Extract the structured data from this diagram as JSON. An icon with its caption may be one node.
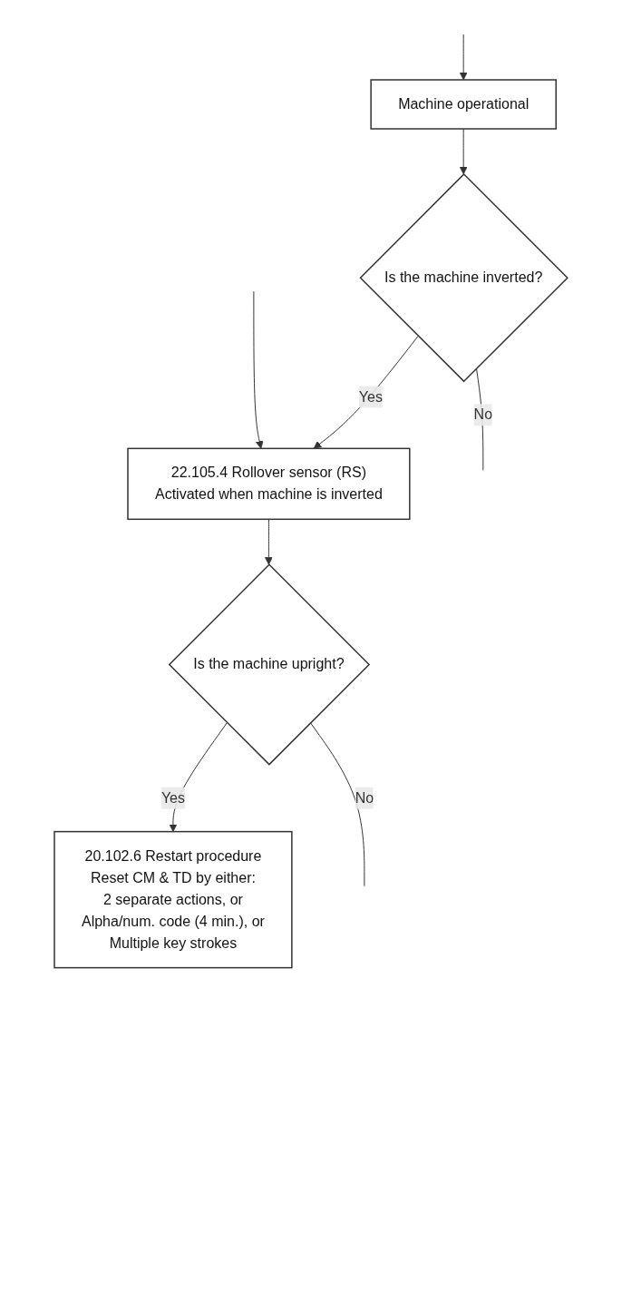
{
  "diagram": {
    "nodes": [
      {
        "text": [
          "Machine operational"
        ]
      },
      {
        "text": [
          "Is the machine inverted?"
        ]
      },
      {
        "text": [
          "22.105.4 Rollover sensor (RS)",
          "Activated when machine is inverted"
        ]
      },
      {
        "text": [
          "Is the machine upright?"
        ]
      },
      {
        "text": [
          "20.102.6 Restart procedure",
          "Reset CM & TD by either:",
          "2 separate actions, or",
          "Alpha/num. code (4 min.), or",
          "Multiple key strokes"
        ]
      }
    ],
    "edges": [
      {
        "from": 0,
        "to": 1,
        "arrow": "to"
      },
      {
        "from": 1,
        "to": 2,
        "arrow": "to",
        "label": "Yes"
      },
      {
        "from": 1,
        "to": null,
        "arrow": "none",
        "label": "No"
      },
      {
        "from": null,
        "to": 0,
        "arrow": "to"
      },
      {
        "from": null,
        "to": 2,
        "arrow": "to"
      },
      {
        "from": 2,
        "to": 3,
        "arrow": "to"
      },
      {
        "from": 3,
        "to": 4,
        "arrow": "to",
        "label": "Yes"
      },
      {
        "from": 3,
        "to": null,
        "arrow": "none",
        "label": "No"
      }
    ]
  }
}
